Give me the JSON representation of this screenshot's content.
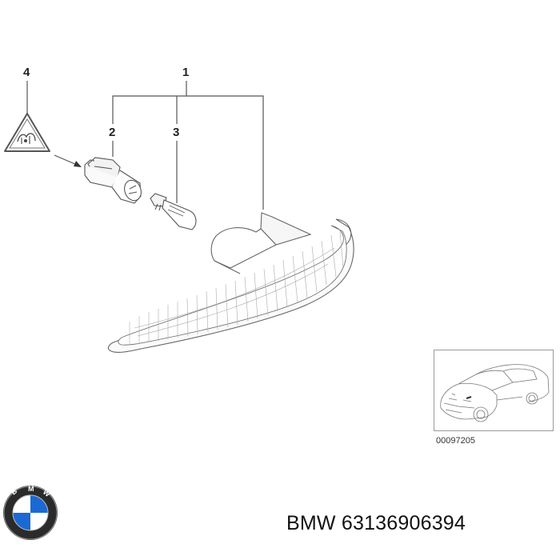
{
  "callouts": {
    "c1": "1",
    "c2": "2",
    "c3": "3",
    "c4": "4"
  },
  "reference_id": "00097205",
  "brand": "BMW",
  "part_number": "63136906394",
  "logo_text": "BMW",
  "colors": {
    "line": "#666666",
    "leader": "#555555",
    "logo_blue": "#1c69d4",
    "logo_ring": "#2b2b2b"
  }
}
